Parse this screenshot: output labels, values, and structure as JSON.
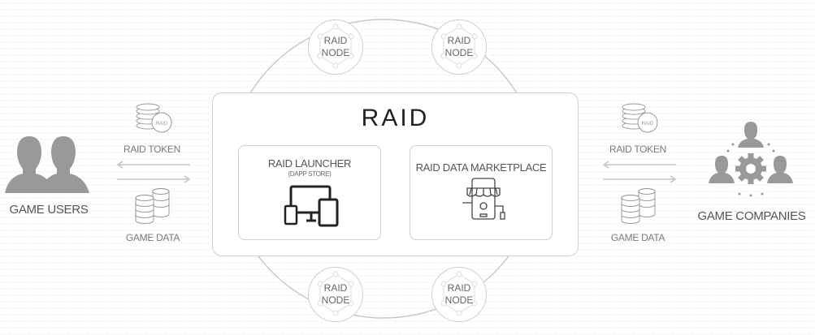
{
  "center": {
    "title": "RAID",
    "launcher": {
      "title": "RAID LAUNCHER",
      "subtitle": "(DAPP STORE)"
    },
    "marketplace": {
      "title": "RAID DATA MARKETPLACE"
    }
  },
  "nodes": [
    {
      "label1": "RAID",
      "label2": "NODE"
    },
    {
      "label1": "RAID",
      "label2": "NODE"
    },
    {
      "label1": "RAID",
      "label2": "NODE"
    },
    {
      "label1": "RAID",
      "label2": "NODE"
    }
  ],
  "left": {
    "entity": "GAME USERS",
    "token_label": "RAID TOKEN",
    "data_label": "GAME DATA",
    "coin_text": "RAID"
  },
  "right": {
    "entity": "GAME COMPANIES",
    "token_label": "RAID TOKEN",
    "data_label": "GAME DATA",
    "coin_text": "RAID"
  }
}
